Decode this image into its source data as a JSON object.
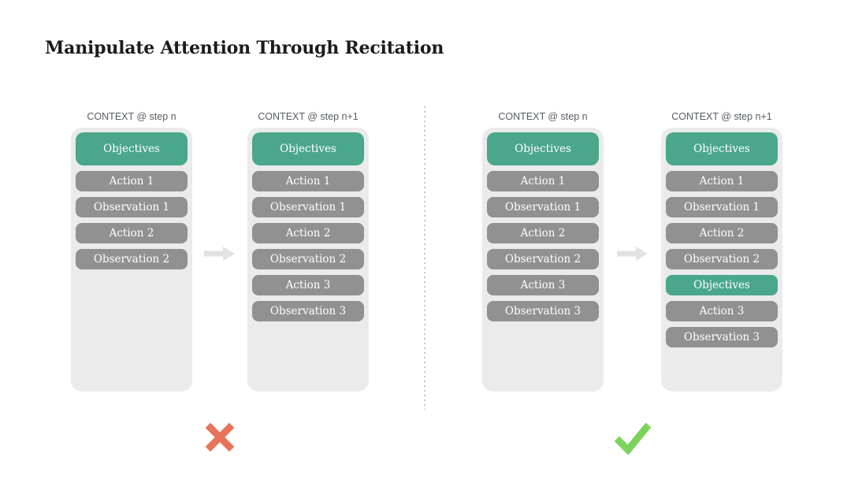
{
  "title": "Manipulate Attention Through Recitation",
  "colors": {
    "objective": "#4aa78b",
    "step": "#919191",
    "container": "#ebebeb",
    "divider": "#c6c6c6",
    "arrow": "#e2e2e2",
    "cross": "#e8735a",
    "check": "#7bd35c"
  },
  "panels": [
    {
      "name": "without-recitation",
      "verdict": "cross",
      "verdict_icon": "cross-icon",
      "contexts": [
        {
          "header": "CONTEXT @ step n",
          "items": [
            {
              "label": "Objectives",
              "kind": "objective",
              "tall": true
            },
            {
              "label": "Action 1",
              "kind": "step"
            },
            {
              "label": "Observation 1",
              "kind": "step"
            },
            {
              "label": "Action 2",
              "kind": "step"
            },
            {
              "label": "Observation 2",
              "kind": "step"
            }
          ]
        },
        {
          "header": "CONTEXT @ step n+1",
          "items": [
            {
              "label": "Objectives",
              "kind": "objective",
              "tall": true
            },
            {
              "label": "Action 1",
              "kind": "step"
            },
            {
              "label": "Observation 1",
              "kind": "step"
            },
            {
              "label": "Action 2",
              "kind": "step"
            },
            {
              "label": "Observation 2",
              "kind": "step"
            },
            {
              "label": "Action 3",
              "kind": "step"
            },
            {
              "label": "Observation 3",
              "kind": "step"
            }
          ]
        }
      ]
    },
    {
      "name": "with-recitation",
      "verdict": "check",
      "verdict_icon": "check-icon",
      "contexts": [
        {
          "header": "CONTEXT @ step n",
          "items": [
            {
              "label": "Objectives",
              "kind": "objective",
              "tall": true
            },
            {
              "label": "Action 1",
              "kind": "step"
            },
            {
              "label": "Observation 1",
              "kind": "step"
            },
            {
              "label": "Action 2",
              "kind": "step"
            },
            {
              "label": "Observation 2",
              "kind": "step"
            },
            {
              "label": "Action 3",
              "kind": "step"
            },
            {
              "label": "Observation 3",
              "kind": "step"
            }
          ]
        },
        {
          "header": "CONTEXT @ step n+1",
          "items": [
            {
              "label": "Objectives",
              "kind": "objective",
              "tall": true
            },
            {
              "label": "Action 1",
              "kind": "step"
            },
            {
              "label": "Observation 1",
              "kind": "step"
            },
            {
              "label": "Action 2",
              "kind": "step"
            },
            {
              "label": "Observation 2",
              "kind": "step"
            },
            {
              "label": "Objectives",
              "kind": "objective"
            },
            {
              "label": "Action 3",
              "kind": "step"
            },
            {
              "label": "Observation 3",
              "kind": "step"
            }
          ]
        }
      ]
    }
  ]
}
